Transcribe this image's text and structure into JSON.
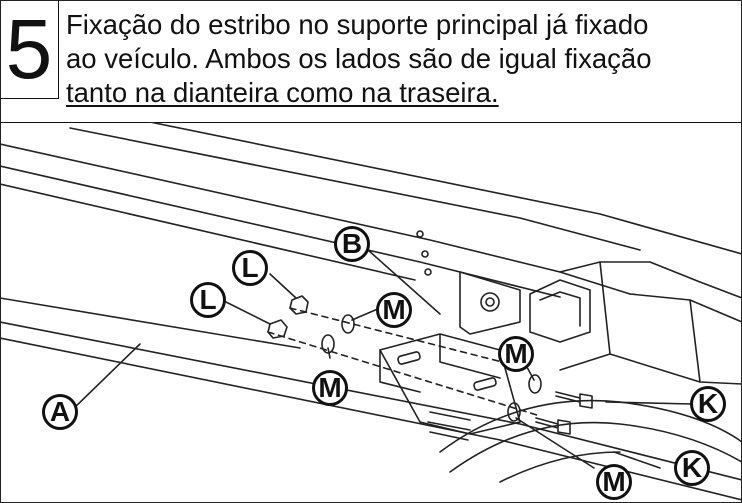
{
  "step": {
    "number": "5"
  },
  "instruction": {
    "line1": "Fixação do estribo no suporte principal já fixado",
    "line2": "ao veículo. Ambos os lados são de igual fixação",
    "line3": "tanto na dianteira como na traseira."
  },
  "callouts": {
    "a": "A",
    "b": "B",
    "l1": "L",
    "l2": "L",
    "m1": "M",
    "m2": "M",
    "m3": "M",
    "m4": "M",
    "k1": "K",
    "k2": "K"
  }
}
